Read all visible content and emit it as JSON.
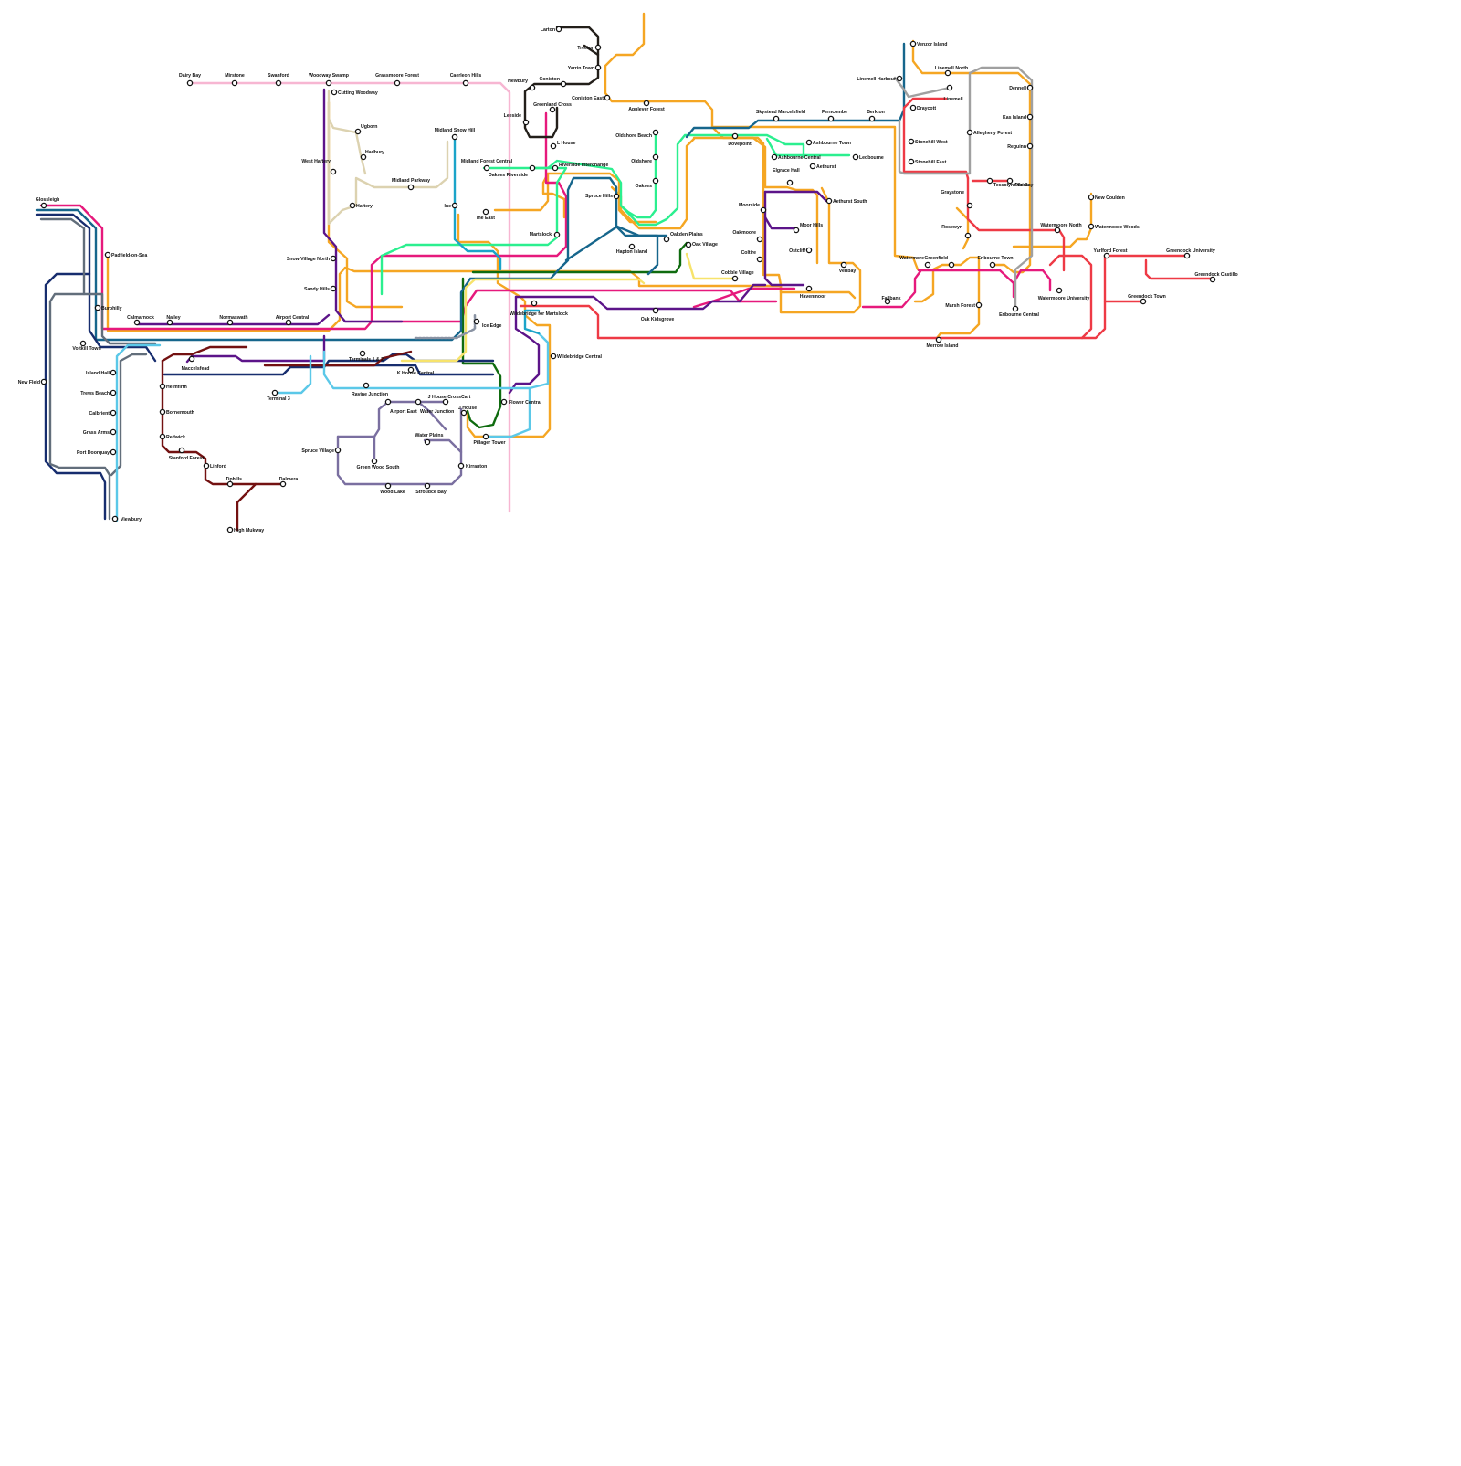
{
  "map": {
    "lines": [
      {
        "id": "pink-north",
        "color": "#f7b6d2",
        "dashed": false
      },
      {
        "id": "orange",
        "color": "#f5a623",
        "dashed": false
      },
      {
        "id": "magenta",
        "color": "#e6197c",
        "dashed": false
      },
      {
        "id": "mint",
        "color": "#2bef8f",
        "dashed": false
      },
      {
        "id": "dark-green",
        "color": "#0f6b0f",
        "dashed": false
      },
      {
        "id": "teal",
        "color": "#16668c",
        "dashed": false
      },
      {
        "id": "navy",
        "color": "#172d6e",
        "dashed": false
      },
      {
        "id": "purple",
        "color": "#5c1489",
        "dashed": false
      },
      {
        "id": "slate",
        "color": "#626e7b",
        "dashed": false
      },
      {
        "id": "maroon",
        "color": "#731111",
        "dashed": false
      },
      {
        "id": "sky",
        "color": "#5bc8e8",
        "dashed": false
      },
      {
        "id": "cyan",
        "color": "#1ba4c9",
        "dashed": false
      },
      {
        "id": "tan",
        "color": "#dcd2b0",
        "dashed": false
      },
      {
        "id": "yellow",
        "color": "#f7e36b",
        "dashed": false
      },
      {
        "id": "red",
        "color": "#ee3a45",
        "dashed": false
      },
      {
        "id": "grey",
        "color": "#a0a0a0",
        "dashed": false
      },
      {
        "id": "lavender",
        "color": "#7a6fa0",
        "dashed": false
      },
      {
        "id": "black",
        "color": "#231f1a",
        "dashed": false
      },
      {
        "id": "dotted-link",
        "color": "#8a93a3",
        "dashed": true
      }
    ],
    "stations": [
      {
        "name": "Dairy Bay"
      },
      {
        "name": "Mirstone"
      },
      {
        "name": "Swanford"
      },
      {
        "name": "Woodway Swamp"
      },
      {
        "name": "Grassmoore Forest"
      },
      {
        "name": "Caerleon Hills"
      },
      {
        "name": "Cutting Woodway"
      },
      {
        "name": "Ugborn"
      },
      {
        "name": "West Haftery"
      },
      {
        "name": "Hadbury"
      },
      {
        "name": "Haftery"
      },
      {
        "name": "Midland Parkway"
      },
      {
        "name": "Midland Snow Hill"
      },
      {
        "name": "Midland Forest Central"
      },
      {
        "name": "Ine"
      },
      {
        "name": "Ine East"
      },
      {
        "name": "Larton"
      },
      {
        "name": "Treeton"
      },
      {
        "name": "Yarrin Town"
      },
      {
        "name": "Coniston"
      },
      {
        "name": "Newbury"
      },
      {
        "name": "Coniston East"
      },
      {
        "name": "Applever Forest"
      },
      {
        "name": "Leeside"
      },
      {
        "name": "Greenland Cross"
      },
      {
        "name": "L House"
      },
      {
        "name": "Oakses Riverside"
      },
      {
        "name": "Riverside Interchange"
      },
      {
        "name": "Oldshore Beach"
      },
      {
        "name": "Oldshore"
      },
      {
        "name": "Oakses"
      },
      {
        "name": "Spruce Hills"
      },
      {
        "name": "Oakden Plains"
      },
      {
        "name": "Hapton Island"
      },
      {
        "name": "Oak Village"
      },
      {
        "name": "Cobble Village"
      },
      {
        "name": "Martslock"
      },
      {
        "name": "Wildebridge for Martslock"
      },
      {
        "name": "Oak Kidsgrove"
      },
      {
        "name": "Wildebridge Central"
      },
      {
        "name": "Glossleigh"
      },
      {
        "name": "Padfield-on-Sea"
      },
      {
        "name": "Burphilly"
      },
      {
        "name": "Voltkill Town"
      },
      {
        "name": "New Fleld"
      },
      {
        "name": "Calmarnock"
      },
      {
        "name": "Nailey"
      },
      {
        "name": "Normaswath"
      },
      {
        "name": "Airport Central"
      },
      {
        "name": "Snow Village North"
      },
      {
        "name": "Sandy Hills"
      },
      {
        "name": "Maccelsfead"
      },
      {
        "name": "Terminals 1 & 2"
      },
      {
        "name": "K House Central"
      },
      {
        "name": "Island Hall"
      },
      {
        "name": "Trews Beach"
      },
      {
        "name": "Calbrient"
      },
      {
        "name": "Grass Arms"
      },
      {
        "name": "Port Doorquay"
      },
      {
        "name": "Viewbury"
      },
      {
        "name": "Helmfirth"
      },
      {
        "name": "Bornemouth"
      },
      {
        "name": "Redwick"
      },
      {
        "name": "Stanford Forest"
      },
      {
        "name": "Linford"
      },
      {
        "name": "Tiphills"
      },
      {
        "name": "Dalmera"
      },
      {
        "name": "High Mukway"
      },
      {
        "name": "Terminal 3"
      },
      {
        "name": "Ravine Junction"
      },
      {
        "name": "Airport East"
      },
      {
        "name": "Water Junction"
      },
      {
        "name": "J House CrossCart"
      },
      {
        "name": "J House"
      },
      {
        "name": "Flower Central"
      },
      {
        "name": "Pillager Tower"
      },
      {
        "name": "Water Plains"
      },
      {
        "name": "Kirranton"
      },
      {
        "name": "Spruce Village"
      },
      {
        "name": "Green Wood South"
      },
      {
        "name": "Wood Lake"
      },
      {
        "name": "Stroudce Bay"
      },
      {
        "name": "Ice Edge"
      },
      {
        "name": "Skystead Marcelsfield"
      },
      {
        "name": "Ferncombe"
      },
      {
        "name": "Berkton"
      },
      {
        "name": "Dovepoint"
      },
      {
        "name": "Ashbourne Town"
      },
      {
        "name": "Ledbourne"
      },
      {
        "name": "Ashbourne Central"
      },
      {
        "name": "Aethurst"
      },
      {
        "name": "Elgrace Hall"
      },
      {
        "name": "Aethurst South"
      },
      {
        "name": "Moorside"
      },
      {
        "name": "Moor Hills"
      },
      {
        "name": "Oakmoore"
      },
      {
        "name": "Coltire"
      },
      {
        "name": "Ostcliff"
      },
      {
        "name": "Veribay"
      },
      {
        "name": "Havenmoor"
      },
      {
        "name": "Fallbank"
      },
      {
        "name": "Venzor Island"
      },
      {
        "name": "Linemell North"
      },
      {
        "name": "Linemell Harbour"
      },
      {
        "name": "Linemell"
      },
      {
        "name": "Draycott"
      },
      {
        "name": "Stonehill West"
      },
      {
        "name": "Stonehill East"
      },
      {
        "name": "Allegheny Forest"
      },
      {
        "name": "Dennell"
      },
      {
        "name": "Kas Island"
      },
      {
        "name": "Reguinn"
      },
      {
        "name": "Graystone"
      },
      {
        "name": "Tessolyn Plains"
      },
      {
        "name": "Yale Bay"
      },
      {
        "name": "Rosewyn"
      },
      {
        "name": "Watermore"
      },
      {
        "name": "Greenfield"
      },
      {
        "name": "Eribourne Town"
      },
      {
        "name": "Watermoore North"
      },
      {
        "name": "Watermoore Woods"
      },
      {
        "name": "New Coulden"
      },
      {
        "name": "Yarlford Forest"
      },
      {
        "name": "Greendock University"
      },
      {
        "name": "Greendock Castillo"
      },
      {
        "name": "Greendock Town"
      },
      {
        "name": "Watermoore University"
      },
      {
        "name": "Eribourne Central"
      },
      {
        "name": "Marsh Forest"
      },
      {
        "name": "Merrow Island"
      }
    ]
  }
}
